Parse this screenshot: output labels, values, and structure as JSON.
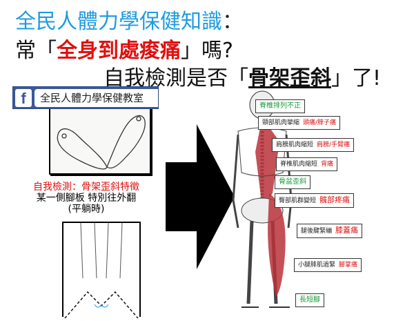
{
  "title": {
    "line1": "全民人體力學保健知識",
    "line1_colon": "：",
    "line2_prefix": "常「",
    "line2_highlight": "全身到處痠痛",
    "line2_suffix": "」嗎?",
    "line3_prefix": "自我檢測是否「",
    "line3_highlight": "骨架歪斜",
    "line3_suffix": "」了!"
  },
  "facebook": {
    "icon": "facebook-icon",
    "page_name": "全民人體力學保健教室"
  },
  "caption": {
    "heading": "自我檢測：骨架歪斜特徵",
    "line2": "某一側腳板 特別往外翻",
    "line3": "(平躺時)"
  },
  "labels": [
    {
      "cause": "脊椎排列不正",
      "symptom": "",
      "style": "green"
    },
    {
      "cause": "頸部肌肉攣縮",
      "symptom": "頭痛/脖子痛"
    },
    {
      "cause": "肩膀肌肉縮短",
      "symptom": "肩膀/手臂痛"
    },
    {
      "cause": "脊椎肌肉縮短",
      "symptom": "背痛"
    },
    {
      "cause": "骨盆歪斜",
      "symptom": "",
      "style": "green"
    },
    {
      "cause": "臀部肌群變短",
      "symptom": "髖部疼痛"
    },
    {
      "cause": "腿後腱緊繃",
      "symptom": "膝蓋痛"
    },
    {
      "cause": "小腿腓肌過緊",
      "symptom": "腳掌痛"
    },
    {
      "cause": "長短腳",
      "symptom": "",
      "style": "green"
    }
  ],
  "colors": {
    "blue": "#1e9be0",
    "red": "#e01010",
    "green": "#1a9a3a",
    "facebook": "#3b5998",
    "muscle": "#b8323a"
  }
}
